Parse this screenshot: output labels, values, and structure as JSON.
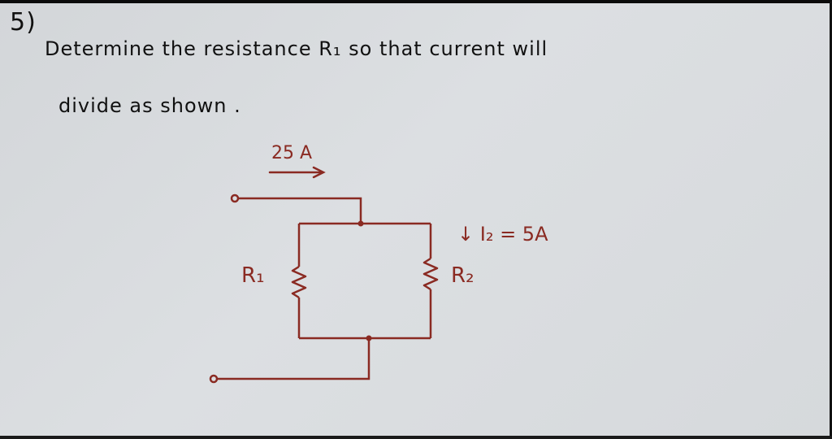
{
  "problem": {
    "number": "5)",
    "line1": "Determine  the  resistance  R₁  so that  current  will",
    "line2": "divide  as  shown ."
  },
  "circuit": {
    "total_current_label": "25 A",
    "i2_label": "↓ I₂ = 5A",
    "r1_label": "R₁",
    "r2_label": "R₂"
  },
  "colors": {
    "ink": "#111111",
    "circuit": "#8a2a22",
    "paper": "#d8dbde"
  }
}
